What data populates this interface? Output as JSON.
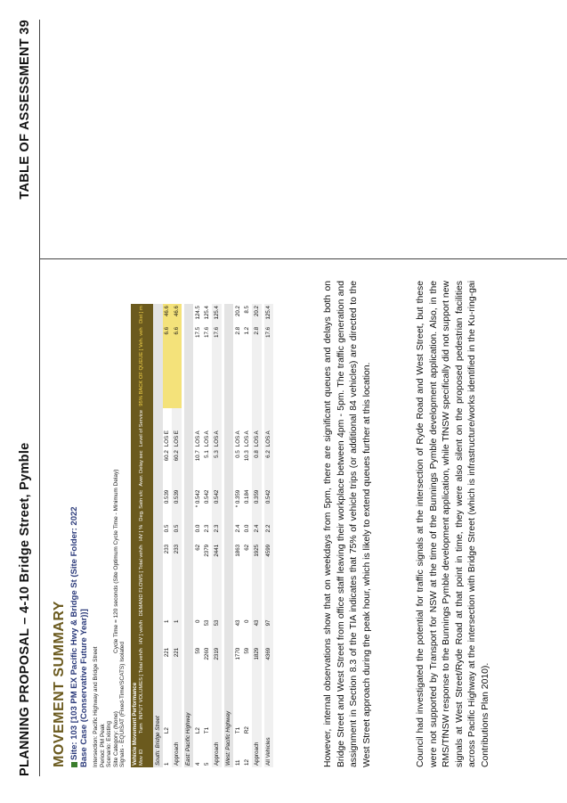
{
  "header": {
    "title": "PLANNING PROPOSAL – 4-10 Bridge Street, Pymble",
    "right": "TABLE OF ASSESSMENT   39"
  },
  "movement_summary": {
    "title": "MOVEMENT SUMMARY",
    "site": "Site: 103 [103 PM EX Pacific Hwy & Bridge St (Site Folder: 2022 Base Case (Conservative Future Year))]",
    "meta": [
      "Intersection: Pacific Highway and Bridge Street",
      "Period: PM Peak",
      "Scenario: Existing",
      "Site Category: (None)",
      "Signals - EQUISAT (Fixed-Time/SCATS) Isolated"
    ],
    "cycle": "Cycle Time = 120 seconds (Site Optimum Cycle Time - Minimum Delay)",
    "band_label": "Vehicle Movement Performance",
    "columns": [
      "Mov ID",
      "Turn",
      "INPUT VOLUMES [ Total veh/h",
      "HV ] veh/h",
      "DEMAND FLOWS [ Total veh/h",
      "HV ] %",
      "Deg. Satn v/c",
      "Aver. Delay sec",
      "Level of Service",
      "95% BACK OF QUEUE [ Veh. veh",
      "Dist ] m"
    ],
    "sections": [
      {
        "name": "South: Bridge Street",
        "rows": [
          [
            "1",
            "L2",
            "221",
            "1",
            "233",
            "0.5",
            "0.539",
            "60.2",
            "LOS E",
            "6.6",
            "46.6"
          ]
        ],
        "approach": [
          "Approach",
          "",
          "221",
          "1",
          "233",
          "0.5",
          "0.539",
          "60.2",
          "LOS E",
          "6.6",
          "46.6"
        ]
      },
      {
        "name": "East: Pacific Highway",
        "rows": [
          [
            "4",
            "L2",
            "59",
            "0",
            "62",
            "0.0",
            "* 0.542",
            "10.7",
            "LOS A",
            "17.5",
            "124.5"
          ],
          [
            "5",
            "T1",
            "2260",
            "53",
            "2379",
            "2.3",
            "0.542",
            "5.1",
            "LOS A",
            "17.6",
            "125.4"
          ]
        ],
        "approach": [
          "Approach",
          "",
          "2319",
          "53",
          "2441",
          "2.3",
          "0.542",
          "5.3",
          "LOS A",
          "17.6",
          "125.4"
        ]
      },
      {
        "name": "West: Pacific Highway",
        "rows": [
          [
            "11",
            "T1",
            "1770",
            "43",
            "1863",
            "2.4",
            "* 0.359",
            "0.5",
            "LOS A",
            "2.8",
            "20.2"
          ],
          [
            "12",
            "R2",
            "59",
            "0",
            "62",
            "0.0",
            "0.184",
            "10.3",
            "LOS A",
            "1.2",
            "8.5"
          ]
        ],
        "approach": [
          "Approach",
          "",
          "1829",
          "43",
          "1925",
          "2.4",
          "0.359",
          "0.8",
          "LOS A",
          "2.8",
          "20.2"
        ]
      }
    ],
    "all_vehicles": [
      "All Vehicles",
      "",
      "4369",
      "97",
      "4599",
      "2.2",
      "0.542",
      "6.2",
      "LOS A",
      "17.6",
      "125.4"
    ]
  },
  "paragraphs": [
    "However, internal observations show that on weekdays from 5pm, there are significant queues and delays both on Bridge Street and West Street from office staff leaving their workplace between 4pm - 5pm. The traffic generation and assignment in Section 8.3 of the TIA indicates that 75% of vehicle trips (or additional 84 vehicles) are directed to the West Street approach during the peak hour, which is likely to extend queues further at this location.",
    "Council had investigated the potential for traffic signals at the intersection of Ryde Road and West Street, but these were not supported by Transport for NSW at the time of the Bunnings Pymble development application. Also, in the RMS/TfNSW response to the Bunnings Pymble development application, while TfNSW specifically did not support new signals at West Street/Ryde Road at that point in time, they were also silent on the proposed pedestrian facilities across Pacific Highway at the intersection with Bridge Street (which is infrastructure/works identified in the Ku-ring-gai Contributions Plan 2010)."
  ],
  "colors": {
    "table_header": "#6b5a1e",
    "queue_header_text": "#f2d24a",
    "highlight": "#f4e27a"
  }
}
